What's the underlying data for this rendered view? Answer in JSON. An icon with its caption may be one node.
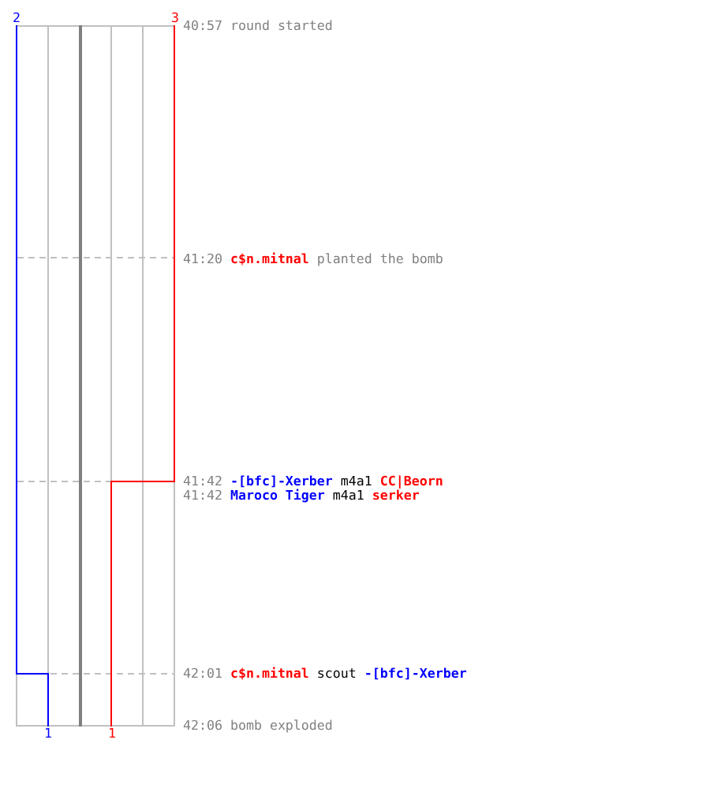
{
  "diagram": {
    "labels": [
      "2",
      "3",
      "40:57",
      "round started",
      "41:20",
      "c$n.mitnal",
      "planted the bomb",
      "41:42",
      "-[bfc]-Xerber",
      "m4a1",
      "CC|Beorn",
      "41:42",
      "Maroco Tiger",
      "m4a1",
      "serker",
      "42:01",
      "c$n.mitnal",
      "scout",
      "-[bfc]-Xerber",
      "1",
      "1",
      "42:06",
      "bomb exploded"
    ]
  }
}
